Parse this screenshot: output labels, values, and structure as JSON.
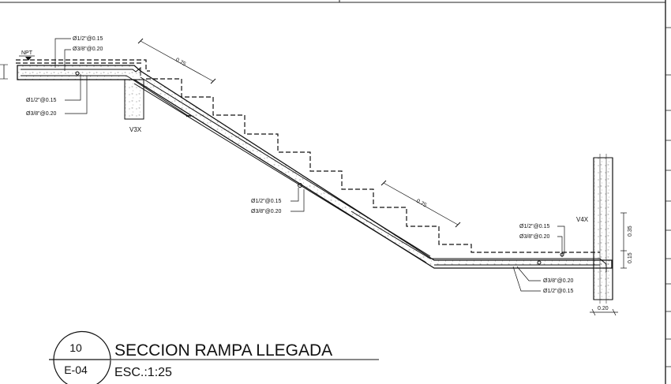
{
  "drawing": {
    "title": "SECCION RAMPA LLEGADA",
    "scale": "ESC.:1:25",
    "detail_number": "10",
    "sheet": "E-04"
  },
  "labels": {
    "npt": "NPT",
    "beam_left": "V3X",
    "beam_right": "V4X"
  },
  "dimensions": {
    "tread_upper": "0.75",
    "tread_lower": "0.75",
    "right_upper": "0.35",
    "right_lower": "0.15",
    "right_bottom": "0.20"
  },
  "rebar_callouts": {
    "top_left_1": "Ø1/2\"@0.15",
    "top_left_2": "Ø3/8\"@0.20",
    "left_1": "Ø1/2\"@0.15",
    "left_2": "Ø3/8\"@0.20",
    "mid_1": "Ø1/2\"@0.15",
    "mid_2": "Ø3/8\"@0.20",
    "right_1": "Ø1/2\"@0.15",
    "right_2": "Ø3/8\"@0.20",
    "bottom_1": "Ø3/8\"@0.20",
    "bottom_2": "Ø1/2\"@0.15"
  },
  "colors": {
    "line": "#111111",
    "hatch": "#555555"
  }
}
